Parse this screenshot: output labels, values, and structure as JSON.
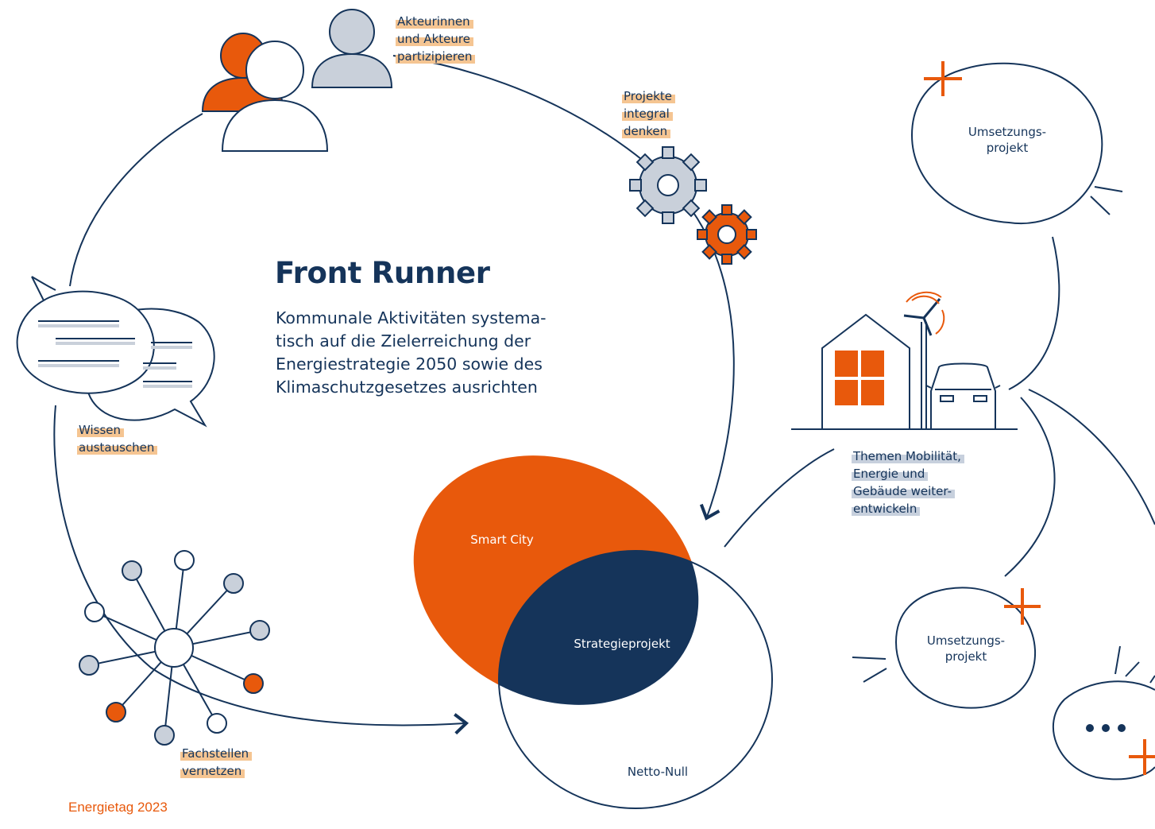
{
  "title": "Front Runner",
  "subtitle_lines": [
    "Kommunale Aktivitäten systema-",
    "tisch auf die Zielerreichung der",
    "Energiestrategie 2050 sowie des",
    "Klimaschutzgesetzes ausrichten"
  ],
  "steps": {
    "participate": [
      "Akteurinnen",
      "und Akteure",
      "partizipieren"
    ],
    "integral": [
      "Projekte",
      "integral",
      "denken"
    ],
    "knowledge": [
      "Wissen",
      "austauschen"
    ],
    "network": [
      "Fachstellen",
      "vernetzen"
    ]
  },
  "venn": {
    "smart_city": "Smart City",
    "strategy": "Strategieprojekt",
    "net_zero": "Netto-Null"
  },
  "topics": [
    "Themen Mobilität,",
    "Energie und",
    "Gebäude weiter-",
    "entwickeln"
  ],
  "projects": {
    "top_line1": "Umsetzungs-",
    "top_line2": "projekt",
    "bottom_line1": "Umsetzungs-",
    "bottom_line2": "projekt",
    "more": "•••"
  },
  "footer": "Energietag 2023",
  "colors": {
    "navy": "#15345a",
    "orange": "#e8590c",
    "grey": "#c9d0da",
    "highlight": "#f5c592"
  },
  "icons": [
    "people-icon",
    "gears-icon",
    "chat-bubbles-icon",
    "network-icon",
    "house-icon",
    "wind-turbine-icon",
    "car-icon",
    "plus-icon"
  ]
}
